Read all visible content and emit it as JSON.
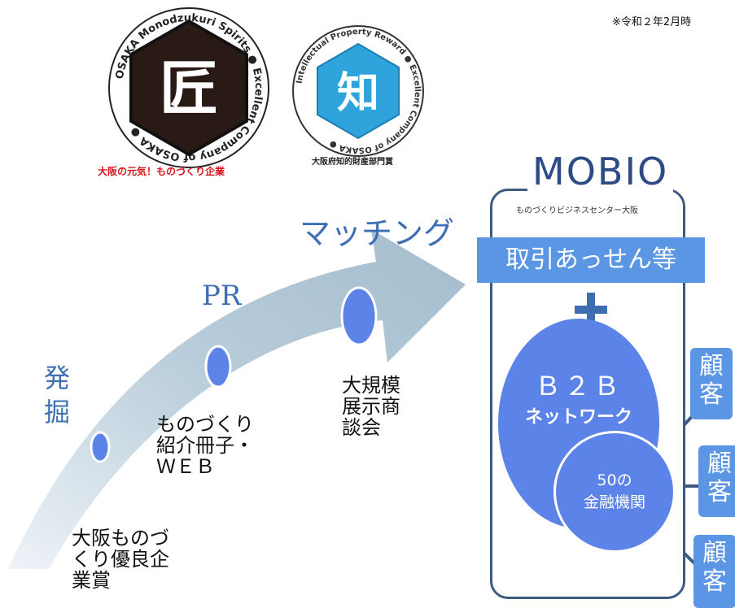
{
  "note": "※令和２年2月時",
  "logos": {
    "takumi": {
      "glyph": "匠",
      "ring_text": "OSAKA Monodzukuri Spirits ● Excellent Company of OSAKA ●",
      "caption": "大阪の元気！ものづくり企業"
    },
    "chi": {
      "glyph": "知",
      "ring_text": "Intellectual Property Reward ● Excellent Company of OSAKA ●",
      "caption": "大阪府知的財産部門賞"
    }
  },
  "arrow": {
    "matching": "マッチング",
    "pr": "PR",
    "hakkutsu": "発\n掘"
  },
  "stages": {
    "s1": "大阪ものづ\nくり優良企\n業賞",
    "s2": "ものづくり\n紹介冊子・\nＷＥＢ",
    "s3": "大規模\n展示商\n談会"
  },
  "mobio": {
    "logo": "MOBIO",
    "subtitle": "ものづくりビジネスセンター大阪",
    "torihiki": "取引あっせん等",
    "b2b_title": "Ｂ２Ｂ",
    "b2b_sub": "ネットワーク",
    "finance": "50の\n金融機関",
    "customer": "顧客"
  },
  "colors": {
    "accent_blue": "#3e6fb5",
    "circle_blue": "#5c84e8",
    "box_blue": "#5a96e3",
    "takumi_red": "#d8141b",
    "chi_cyan": "#2fa4dc",
    "arrow_gray": "#a8bfd0"
  }
}
